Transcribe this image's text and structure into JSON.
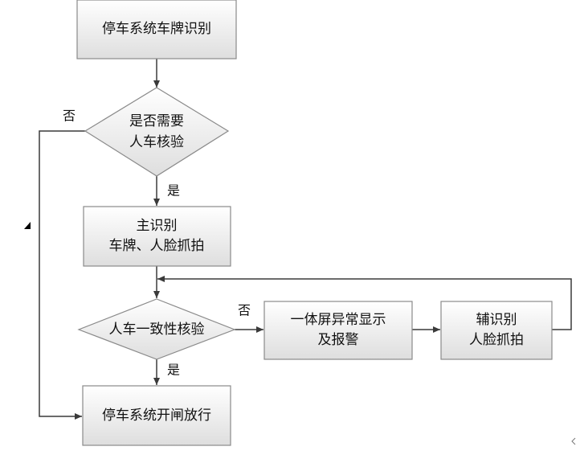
{
  "colors": {
    "box_fill_top": "#ffffff",
    "box_fill_bottom": "#dedede",
    "box_stroke": "#8a8a8a",
    "line": "#3a3a3a"
  },
  "nodes": {
    "plate_recognition": {
      "lines": [
        "停车系统车牌识别"
      ]
    },
    "decision_verify": {
      "lines": [
        "是否需要",
        "人车核验"
      ]
    },
    "primary_recognition": {
      "lines": [
        "主识别",
        "车牌、人脸抓拍"
      ]
    },
    "decision_consistency": {
      "lines": [
        "人车一致性核验"
      ]
    },
    "alarm": {
      "lines": [
        "一体屏异常显示",
        "及报警"
      ]
    },
    "secondary_recognition": {
      "lines": [
        "辅识别",
        "人脸抓拍"
      ]
    },
    "open_gate": {
      "lines": [
        "停车系统开闸放行"
      ]
    }
  },
  "edge_labels": {
    "verify_no": "否",
    "verify_yes": "是",
    "consistency_no": "否",
    "consistency_yes": "是"
  }
}
